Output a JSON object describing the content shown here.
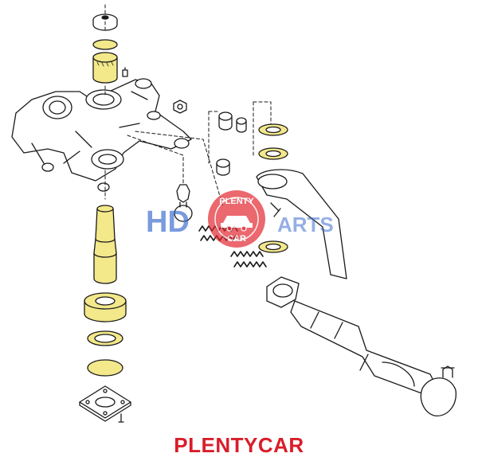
{
  "caption": "PLENTYCAR",
  "watermark": {
    "word_left": "HD",
    "word_right": "ARTS",
    "badge_top": "PLENTY",
    "badge_bottom": "CAR"
  },
  "colors": {
    "part_highlight": "#f3e88a",
    "line": "#1a1a1a",
    "caption": "#d81e2a",
    "watermark_blue": "#2f63c9",
    "badge_red": "#e0262e"
  },
  "icons": [
    "car-icon"
  ]
}
